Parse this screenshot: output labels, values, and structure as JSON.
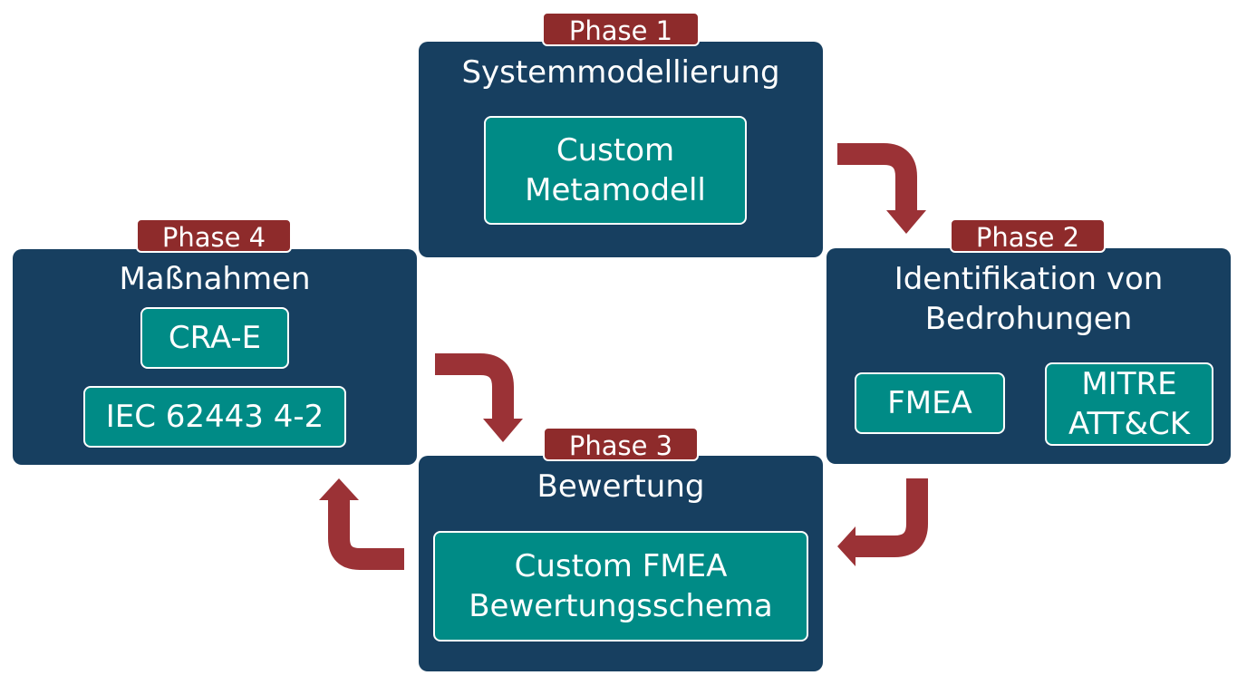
{
  "phase1": {
    "tag": "Phase 1",
    "title": "Systemmodellierung",
    "items": [
      [
        "Custom",
        "Metamodell"
      ]
    ]
  },
  "phase2": {
    "tag": "Phase 2",
    "title": [
      "Identifikation von",
      "Bedrohungen"
    ],
    "items": [
      [
        "FMEA"
      ],
      [
        "MITRE",
        "ATT&CK"
      ]
    ]
  },
  "phase3": {
    "tag": "Phase 3",
    "title": "Bewertung",
    "items": [
      [
        "Custom FMEA",
        "Bewertungsschema"
      ]
    ]
  },
  "phase4": {
    "tag": "Phase 4",
    "title": "Maßnahmen",
    "items": [
      [
        "CRA-E"
      ],
      [
        "IEC 62443 4-2"
      ]
    ]
  },
  "colors": {
    "panel": "#173f60",
    "tag": "#8e2b2b",
    "chip": "#008b86",
    "arrow": "#9b3236"
  }
}
